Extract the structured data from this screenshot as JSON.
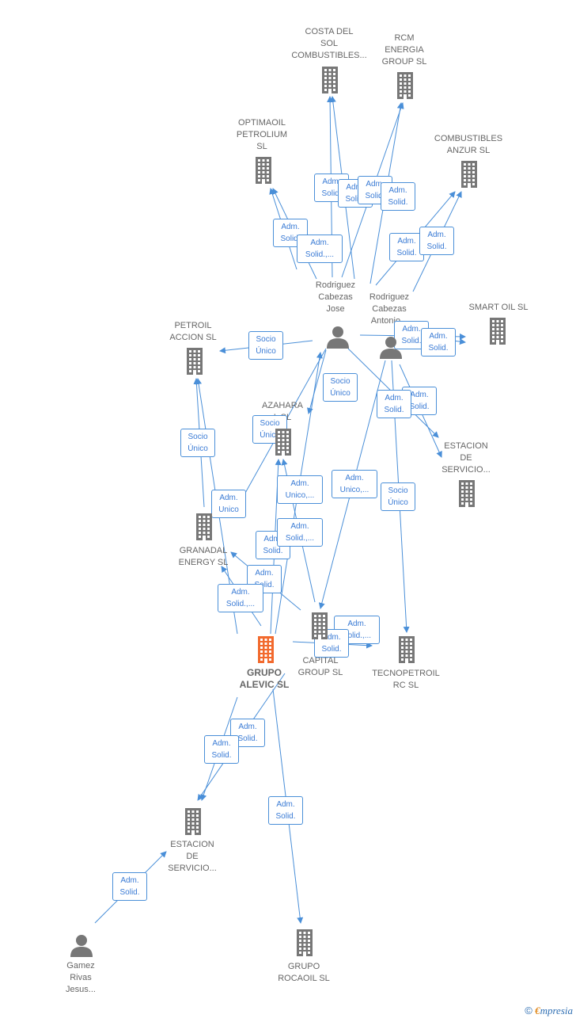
{
  "colors": {
    "edge": "#4a8fd8",
    "node_gray": "#777777",
    "main_node": "#f26a2e"
  },
  "nodes": [
    {
      "id": "costa",
      "type": "company",
      "label": "COSTA DEL\nSOL\nCOMBUSTIBLES..."
    },
    {
      "id": "rcm",
      "type": "company",
      "label": "RCM\nENERGIA\nGROUP  SL"
    },
    {
      "id": "optimaoil",
      "type": "company",
      "label": "OPTIMAOIL\nPETROLIUM\nSL"
    },
    {
      "id": "anzur",
      "type": "company",
      "label": "COMBUSTIBLES\nANZUR  SL"
    },
    {
      "id": "jose",
      "type": "person",
      "label": "Rodriguez\nCabezas\nJose"
    },
    {
      "id": "antonio",
      "type": "person",
      "label": "Rodriguez\nCabezas\nAntonio..."
    },
    {
      "id": "smartoil",
      "type": "company",
      "label": "SMART OIL  SL"
    },
    {
      "id": "petroil",
      "type": "company",
      "label": "PETROIL\nACCION  SL"
    },
    {
      "id": "azahara",
      "type": "company",
      "label": "AZAHARA\n      L  SL"
    },
    {
      "id": "estacion1",
      "type": "company",
      "label": "ESTACION\nDE\nSERVICIO..."
    },
    {
      "id": "granadal",
      "type": "company",
      "label": "GRANADAL\nENERGY  SL"
    },
    {
      "id": "rcapital",
      "type": "company",
      "label": "R\nCAPITAL\nGROUP  SL"
    },
    {
      "id": "alevic",
      "type": "main",
      "label": "GRUPO\nALEVIC  SL"
    },
    {
      "id": "tecnopetroil",
      "type": "company",
      "label": "TECNOPETROIL\nRC  SL"
    },
    {
      "id": "estacion2",
      "type": "company",
      "label": "ESTACION\nDE\nSERVICIO..."
    },
    {
      "id": "gamez",
      "type": "person",
      "label": "Gamez\nRivas\nJesus..."
    },
    {
      "id": "rocaoil",
      "type": "company",
      "label": "GRUPO\nROCAOIL  SL"
    }
  ],
  "edge_labels": [
    "Adm.\nSolid.",
    "Adm.\nSolid.",
    "Adm.\nSolid.",
    "Adm.\nSolid.",
    "Adm.\nSolid.",
    "Adm.\nSolid.,...",
    "Adm.\nSolid.",
    "Adm.\nSolid.",
    "Socio\nÚnico",
    "Adm.\nSolid.",
    "Adm.\nSolid.",
    "Socio\nÚnico",
    "Adm.\nSolid.",
    "Adm.\nSolid.",
    "Socio\nÚnico",
    "Socio\nÚnico",
    "Adm.\nUnico,...",
    "Adm.\nUnico,...",
    "Socio\nÚnico",
    "Adm.\nUnico",
    "Adm.\nSolid.",
    "Adm.\nSolid.,...",
    "Adm.\nSolid.",
    "Adm.\nSolid.,...",
    "Adm.\nSolid.,...",
    "Adm.\nSolid.",
    "Adm.\nSolid.",
    "Adm.\nSolid.",
    "Adm.\nSolid.",
    "Adm.\nSolid."
  ],
  "brand": {
    "copyright": "©",
    "e": "€",
    "name": "mpresia"
  }
}
